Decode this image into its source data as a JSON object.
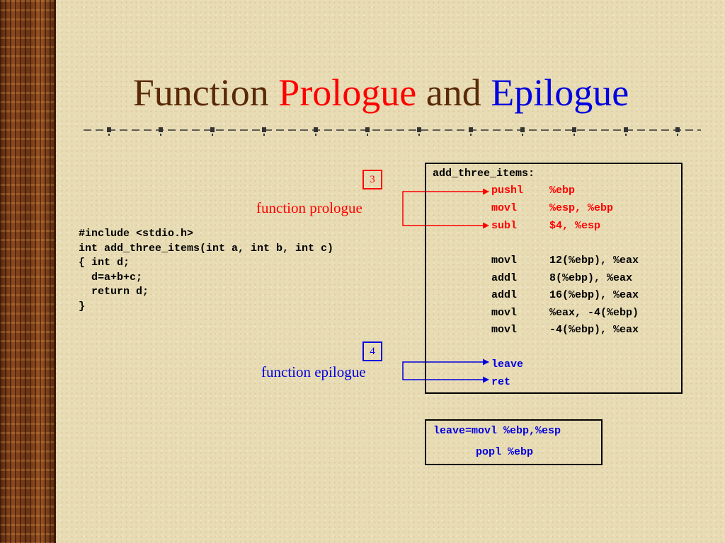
{
  "slide": {
    "title": {
      "part1": "Function ",
      "prologue": "Prologue",
      "and": " and ",
      "epilogue": "Epilogue"
    },
    "c_source": [
      "#include <stdio.h>",
      "",
      "int add_three_items(int a, int b, int c)",
      "{ int d;",
      "",
      "  d=a+b+c;",
      "  return d;",
      "}"
    ],
    "prologue_callout": {
      "number": "3",
      "label": "function prologue"
    },
    "epilogue_callout": {
      "number": "4",
      "label": "function epilogue"
    },
    "assembly": {
      "header": "add_three_items:",
      "instructions": [
        {
          "op": "pushl",
          "args": "%ebp",
          "group": "prologue"
        },
        {
          "op": "movl",
          "args": "%esp, %ebp",
          "group": "prologue"
        },
        {
          "op": "subl",
          "args": "$4, %esp",
          "group": "prologue"
        },
        {
          "op": "movl",
          "args": "12(%ebp), %eax",
          "group": "body"
        },
        {
          "op": "addl",
          "args": "8(%ebp), %eax",
          "group": "body"
        },
        {
          "op": "addl",
          "args": "16(%ebp), %eax",
          "group": "body"
        },
        {
          "op": "movl",
          "args": "%eax, -4(%ebp)",
          "group": "body"
        },
        {
          "op": "movl",
          "args": "-4(%ebp), %eax",
          "group": "body"
        },
        {
          "op": "leave",
          "args": "",
          "group": "epilogue"
        },
        {
          "op": "ret",
          "args": "",
          "group": "epilogue"
        }
      ]
    },
    "leave_note": {
      "line1": "leave=movl %ebp,%esp",
      "line2": "popl %ebp"
    },
    "colors": {
      "title_brown": "#5a2a08",
      "prologue_red": "#ff0000",
      "epilogue_blue": "#0000e0",
      "sidebar_wood": "#7a3a16",
      "background": "#e8dcb5"
    }
  }
}
